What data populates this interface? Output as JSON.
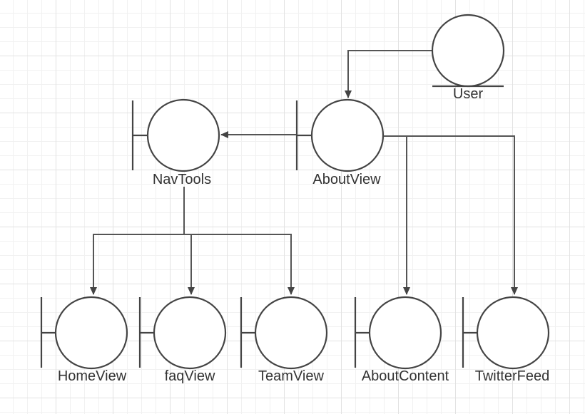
{
  "diagram": {
    "type": "robustness",
    "nodes": {
      "user": {
        "label": "User",
        "kind": "actor"
      },
      "about_view": {
        "label": "AboutView",
        "kind": "boundary"
      },
      "nav_tools": {
        "label": "NavTools",
        "kind": "boundary"
      },
      "home_view": {
        "label": "HomeView",
        "kind": "boundary"
      },
      "faq_view": {
        "label": "faqView",
        "kind": "boundary"
      },
      "team_view": {
        "label": "TeamView",
        "kind": "boundary"
      },
      "about_content": {
        "label": "AboutContent",
        "kind": "boundary"
      },
      "twitter_feed": {
        "label": "TwitterFeed",
        "kind": "boundary"
      }
    },
    "edges": [
      {
        "from": "User",
        "to": "AboutView"
      },
      {
        "from": "AboutView",
        "to": "NavTools"
      },
      {
        "from": "AboutView",
        "to": "AboutContent"
      },
      {
        "from": "AboutView",
        "to": "TwitterFeed"
      },
      {
        "from": "NavTools",
        "to": "HomeView"
      },
      {
        "from": "NavTools",
        "to": "faqView"
      },
      {
        "from": "NavTools",
        "to": "TeamView"
      }
    ],
    "colors": {
      "stroke": "#444444",
      "background": "#ffffff",
      "grid": "#e2e2e2"
    }
  }
}
